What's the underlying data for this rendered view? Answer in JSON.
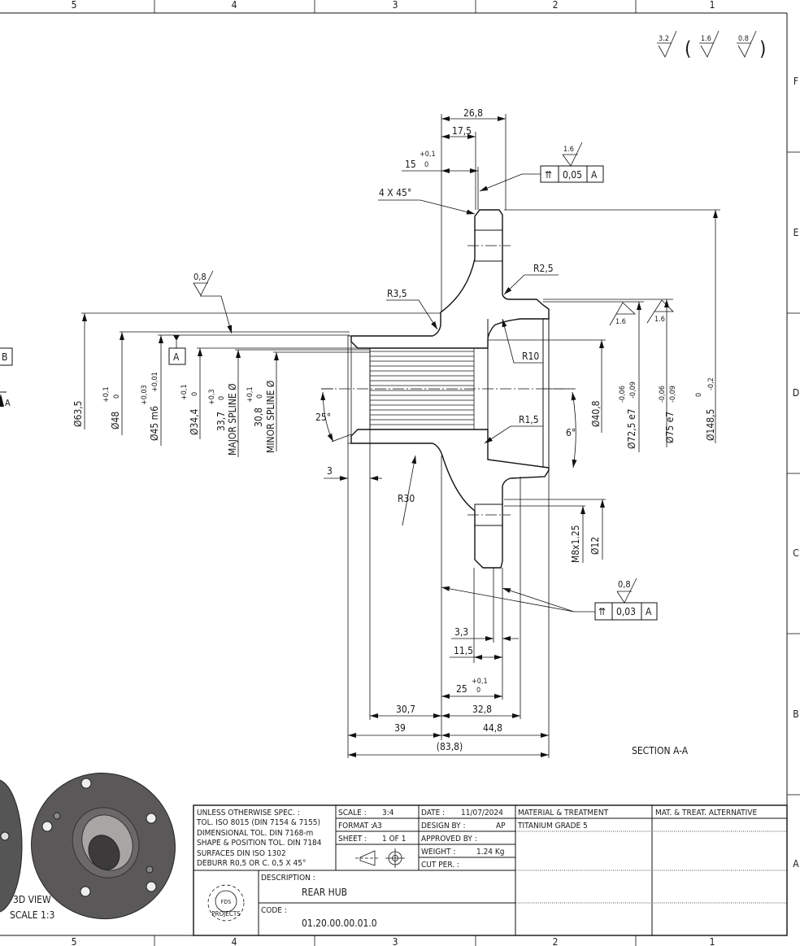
{
  "frame": {
    "columns": [
      "5",
      "4",
      "3",
      "2",
      "1"
    ],
    "rows": [
      "F",
      "E",
      "D",
      "C",
      "B",
      "A"
    ]
  },
  "surface_finish": {
    "general": "3.2",
    "alt1": "1.6",
    "alt2": "0.8"
  },
  "dimensions": {
    "d26_8": "26,8",
    "d17_5": "17,5",
    "d15": "15",
    "d15_tol_up": "+0,1",
    "d15_tol_lo": "0",
    "chamfer": "4 X 45°",
    "r3_5": "R3,5",
    "r2_5": "R2,5",
    "r10": "R10",
    "r1_5": "R1,5",
    "r30": "R30",
    "ang25": "25°",
    "ang6": "6°",
    "d3": "3",
    "dia63_5": "Ø63,5",
    "dia48": "Ø48",
    "dia48_tol_up": "+0,1",
    "dia48_tol_lo": "0",
    "dia45": "Ø45 m6",
    "dia45_tol_up": "+0,03",
    "dia45_tol_lo": "+0,01",
    "dia34_4": "Ø34,4",
    "dia34_tol_up": "+0,1",
    "dia34_tol_lo": "0",
    "major_val": "33,7",
    "major_tol_up": "+0,3",
    "major_tol_lo": "0",
    "major_label": "MAJOR SPLINE Ø",
    "minor_val": "30,8",
    "minor_tol_up": "+0,1",
    "minor_tol_lo": "0",
    "minor_label": "MINOR SPLINE Ø",
    "dia40_8": "Ø40,8",
    "dia72_5": "Ø72,5 e7",
    "dia72_tol_up": "-0,06",
    "dia72_tol_lo": "-0,09",
    "dia75": "Ø75 e7",
    "dia75_tol_up": "-0,06",
    "dia75_tol_lo": "-0,09",
    "dia148_5": "Ø148,5",
    "dia148_tol_up": "0",
    "dia148_tol_lo": "-0,2",
    "m8": "M8x1.25",
    "dia12": "Ø12",
    "d3_3": "3,3",
    "d11_5": "11,5",
    "d25": "25",
    "d25_tol_up": "+0,1",
    "d25_tol_lo": "0",
    "d30_7": "30,7",
    "d32_8": "32,8",
    "d39": "39",
    "d44_8": "44,8",
    "d83_8": "(83,8)"
  },
  "roughness": {
    "bore": "0,8",
    "face_top": "1.6",
    "od72": "1.6",
    "od75": "1.6",
    "face_bottom": "0,8"
  },
  "tolerance_frames": [
    {
      "symbol": "total-runout",
      "value": "0,05",
      "datum": "A"
    },
    {
      "symbol": "total-runout",
      "value": "0,03",
      "datum": "A"
    }
  ],
  "datums": {
    "a": "A",
    "b": "B",
    "cut": "A"
  },
  "section_label": "SECTION A-A",
  "view3d": {
    "title": "3D VIEW",
    "scale": "SCALE 1:3"
  },
  "title_block": {
    "spec_lines": [
      "UNLESS OTHERWISE SPEC. :",
      "TOL. ISO 8015 (DIN 7154 & 7155)",
      "DIMENSIONAL TOL. DIN 7168-m",
      "SHAPE & POSITION TOL. DIN 7184",
      "SURFACES DIN ISO 1302",
      "DEBURR R0,5 OR C. 0,5 X 45°"
    ],
    "scale_label": "SCALE :",
    "scale": "3:4",
    "format_label": "FORMAT :",
    "format": "A3",
    "sheet_label": "SHEET :",
    "sheet": "1 OF 1",
    "date_label": "DATE :",
    "date": "11/07/2024",
    "design_label": "DESIGN BY :",
    "design": "AP",
    "approved_label": "APPROVED BY :",
    "weight_label": "WEIGHT :",
    "weight": "1.24  Kg",
    "cut_label": "CUT PER. :",
    "material_label": "MATERIAL & TREATMENT",
    "material": "TITANIUM GRADE 5",
    "alt_label": "MAT. & TREAT. ALTERNATIVE",
    "description_label": "DESCRIPTION :",
    "description": "REAR HUB",
    "code_label": "CODE :",
    "code": "01.20.00.00.01.0",
    "logo_text": "FDS PROJECTS"
  }
}
